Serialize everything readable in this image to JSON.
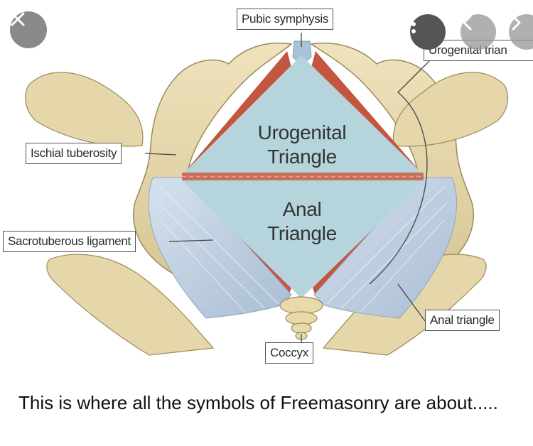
{
  "figure": {
    "labels": {
      "pubic_symphysis": "Pubic symphysis",
      "urogenital_triangle_small": "Urogenital trian",
      "ischial_tuberosity": "Ischial tuberosity",
      "sacrotuberous_ligament": "Sacrotuberous ligament",
      "anal_triangle_small": "Anal triangle",
      "coccyx": "Coccyx"
    },
    "center": {
      "urogenital_line1": "Urogenital",
      "urogenital_line2": "Triangle",
      "anal_line1": "Anal",
      "anal_line2": "Triangle"
    }
  },
  "overlay_controls": {
    "close_icon": "x-icon",
    "more_icon": "vertical-dots-icon",
    "prev_icon": "chevron-left-icon",
    "next_icon": "chevron-right-icon"
  },
  "post": {
    "caption": "This is where all the symbols of Freemasonry are about....."
  },
  "colors": {
    "triangle_fill": "#b5d4dc",
    "muscle_red": "#c4553f",
    "bone": "#e3d5a8",
    "ligament": "#bccde0",
    "button_gray": "#8a8a8a"
  }
}
